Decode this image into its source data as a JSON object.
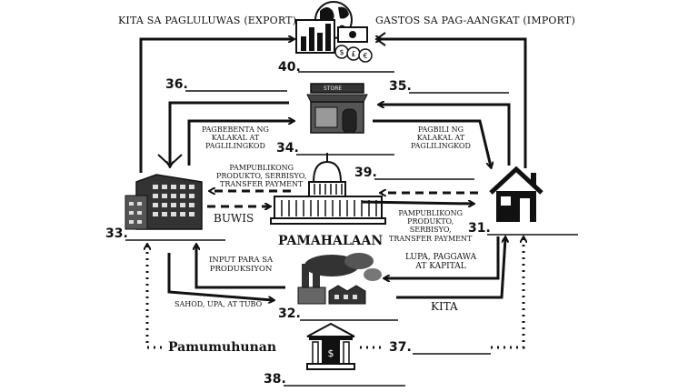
{
  "top": {
    "export_label": "KITA SA PAGLULUWAS (EXPORT)",
    "import_label": "GASTOS SA PAG-AANGKAT (IMPORT)"
  },
  "blanks": {
    "b40": "40.",
    "b36": "36.",
    "b35": "35.",
    "b34": "34.",
    "b39": "39.",
    "b33": "33.",
    "b31": "31.",
    "b32": "32.",
    "b37": "37.",
    "b38": "38."
  },
  "flows": {
    "pagbebenta": [
      "PAGBEBENTA NG",
      "KALAKAL AT",
      "PAGLILINGKOD"
    ],
    "pagbili": [
      "PAGBILI NG",
      "KALAKAL AT",
      "PAGLILINGKOD"
    ],
    "pampubliko_left": [
      "PAMPUBLIKONG",
      "PRODUKTO, SERBISYO,",
      "TRANSFER PAYMENT"
    ],
    "pampubliko_right": [
      "PAMPUBLIKONG",
      "PRODUKTO,",
      "SERBISYO,",
      "TRANSFER PAYMENT"
    ],
    "input": [
      "INPUT PARA SA",
      "PRODUKSIYON"
    ],
    "lupa": [
      "LUPA, PAGGAWA",
      "AT KAPITAL"
    ],
    "sahod": "SAHOD, UPA, AT TUBO",
    "kita": "KITA",
    "buwis": "BUWIS"
  },
  "sectors": {
    "pamahalaan": "PAMAHALAAN",
    "pamumuhunan": "Pamumuhunan",
    "store_sign": "STORE"
  },
  "icons": {
    "global": "globe-chart-money-icon",
    "market": "store-icon",
    "household": "house-icon",
    "firm": "office-building-icon",
    "government": "capitol-building-icon",
    "factory": "factory-icon",
    "bank": "bank-icon"
  }
}
